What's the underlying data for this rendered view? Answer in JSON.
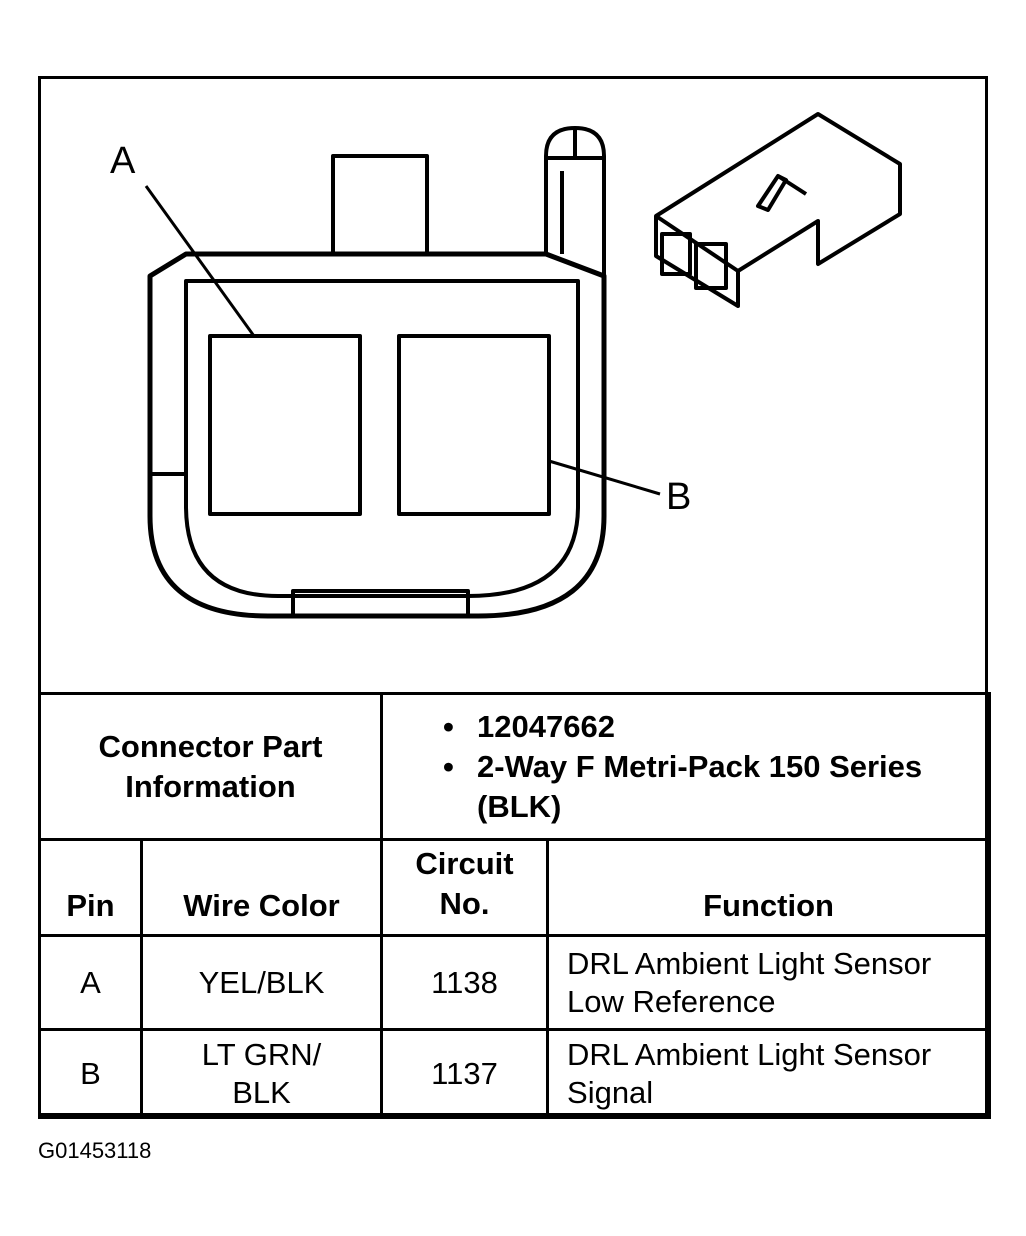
{
  "diagram": {
    "callout_a": "A",
    "callout_b": "B",
    "icons": [
      "connector-face-view",
      "connector-body-view"
    ]
  },
  "connector_info": {
    "label": "Connector Part Information",
    "bullets": [
      "12047662",
      "2-Way F Metri-Pack 150 Series (BLK)"
    ]
  },
  "pin_table": {
    "headers": {
      "pin": "Pin",
      "wire_color": "Wire Color",
      "circuit": "Circuit No.",
      "function": "Function"
    },
    "rows": [
      {
        "pin": "A",
        "wire_color": "YEL/BLK",
        "circuit": "1138",
        "function": "DRL Ambient Light Sensor Low Reference"
      },
      {
        "pin": "B",
        "wire_color": "LT GRN/ BLK",
        "circuit": "1137",
        "function": "DRL Ambient Light Sensor Signal"
      }
    ]
  },
  "figure_id": "G01453118"
}
